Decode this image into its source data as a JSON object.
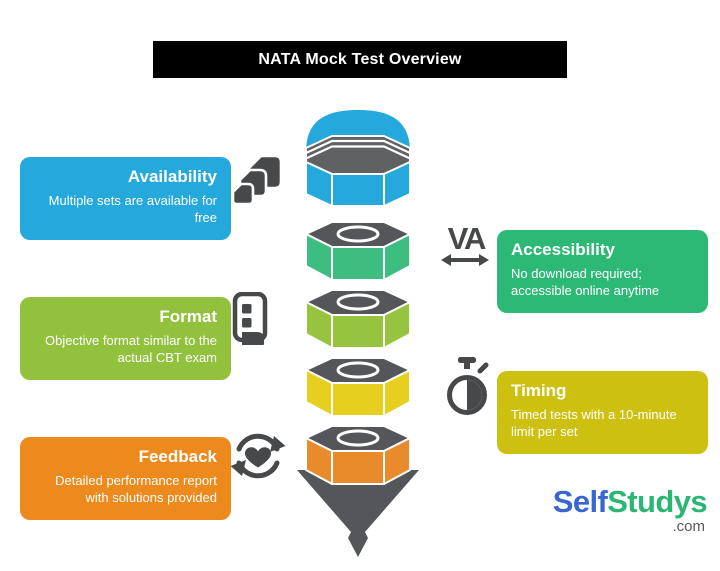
{
  "title_bar": {
    "text": "NATA Mock Test Overview"
  },
  "colors": {
    "title_bg": "#000000",
    "title_text": "#FFFFFF",
    "icon": "#47484A",
    "logo_blue": "#3A66D1",
    "logo_green": "#2BB673",
    "com_gray": "#58595B"
  },
  "cards": [
    {
      "id": "availability",
      "title": "Availability",
      "body": "Multiple sets are available for free",
      "color": "#25A8DB",
      "icon": "copies-icon",
      "side": "left"
    },
    {
      "id": "accessibility",
      "title": "Accessibility",
      "body": "No download required; accessible online anytime",
      "color": "#2CB976",
      "icon": "letter-width-icon",
      "side": "right"
    },
    {
      "id": "format",
      "title": "Format",
      "body": "Objective format similar to the actual CBT exam",
      "color": "#92C13E",
      "icon": "phone-test-icon",
      "side": "left"
    },
    {
      "id": "timing",
      "title": "Timing",
      "body": "Timed tests with a 10-minute limit per set",
      "color": "#CEC011",
      "icon": "stopwatch-icon",
      "side": "right"
    },
    {
      "id": "feedback",
      "title": "Feedback",
      "body": "Detailed performance report with solutions provided",
      "color": "#EC8A1E",
      "icon": "refresh-heart-icon",
      "side": "left"
    }
  ],
  "icons": {
    "va_text": "VA"
  },
  "pencil": {
    "eraser_color": "#25A8DB",
    "metal_color": "#606163",
    "dark_color": "#555659",
    "segment_colors": [
      "#3EBD81",
      "#97C43F",
      "#E6CF1E",
      "#E98A2B"
    ]
  },
  "logo": {
    "part1": "Self",
    "part2": "Studys",
    "suffix": ".com"
  }
}
